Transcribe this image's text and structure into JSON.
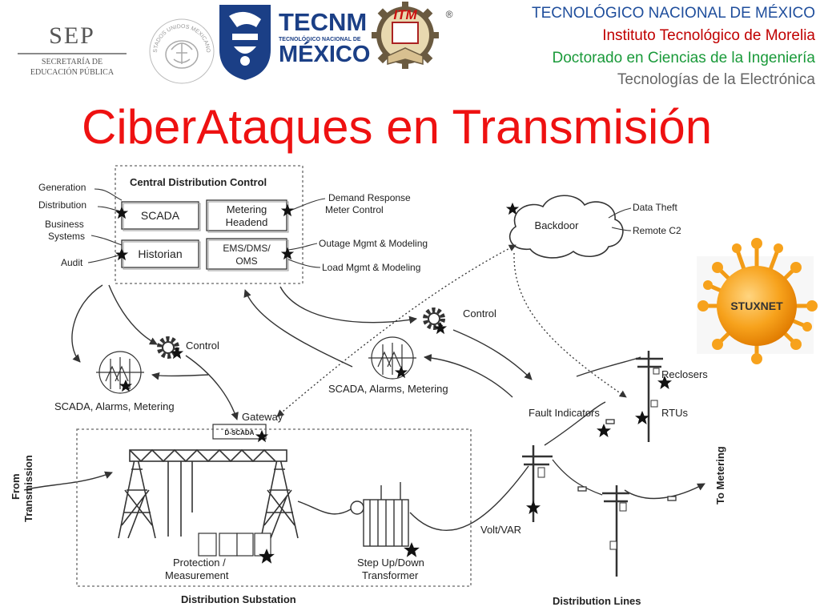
{
  "header": {
    "sep_logo": {
      "main": "SEP",
      "line1": "SECRETARÍA DE",
      "line2": "EDUCACIÓN PÚBLICA"
    },
    "seal_text": "ESTADOS UNIDOS MEXICANOS",
    "tecnm_logo": {
      "main": "TECNM",
      "sub": "TECNOLÓGICO NACIONAL DE",
      "country": "MÉXICO"
    },
    "itm_logo": {
      "text": "ITM",
      "registered": "®"
    },
    "institution_lines": [
      {
        "text": "TECNOLÓGICO NACIONAL DE MÉXICO",
        "color": "#1f4e9c"
      },
      {
        "text": "Instituto Tecnológico de Morelia",
        "color": "#c00000"
      },
      {
        "text": "Doctorado en Ciencias de la Ingeniería",
        "color": "#1a9a3a"
      },
      {
        "text": "Tecnologías de la Electrónica",
        "color": "#666666"
      }
    ]
  },
  "slide_title": "CiberAtaques en Transmisión",
  "diagram": {
    "central_box_title": "Central Distribution Control",
    "modules": {
      "scada": "SCADA",
      "metering_line1": "Metering",
      "metering_line2": "Headend",
      "historian": "Historian",
      "ems_line1": "EMS/DMS/",
      "ems_line2": "OMS"
    },
    "left_labels": {
      "generation": "Generation",
      "distribution": "Distribution",
      "business_line1": "Business",
      "business_line2": "Systems",
      "audit": "Audit"
    },
    "right_labels": {
      "demand_line1": "Demand Response",
      "demand_line2": "Meter Control",
      "outage": "Outage Mgmt & Modeling",
      "load": "Load Mgmt & Modeling"
    },
    "backdoor": "Backdoor",
    "data_theft": "Data Theft",
    "remote_c2": "Remote C2",
    "stuxnet": "STUXNET",
    "control_left": "Control",
    "control_right": "Control",
    "scada_alarms_left": "SCADA, Alarms, Metering",
    "scada_alarms_center": "SCADA, Alarms, Metering",
    "gateway": "Gateway",
    "d_scada": "D-SCADA",
    "reclosers": "Reclosers",
    "rtus": "RTUs",
    "fault_indicators": "Fault Indicators",
    "from_transmission_line1": "From",
    "from_transmission_line2": "Transmission",
    "to_metering": "To Metering",
    "protection_line1": "Protection /",
    "protection_line2": "Measurement",
    "step_line1": "Step Up/Down",
    "step_line2": "Transformer",
    "volt_var": "Volt/VAR",
    "distribution_substation": "Distribution Substation",
    "distribution_lines": "Distribution Lines"
  }
}
